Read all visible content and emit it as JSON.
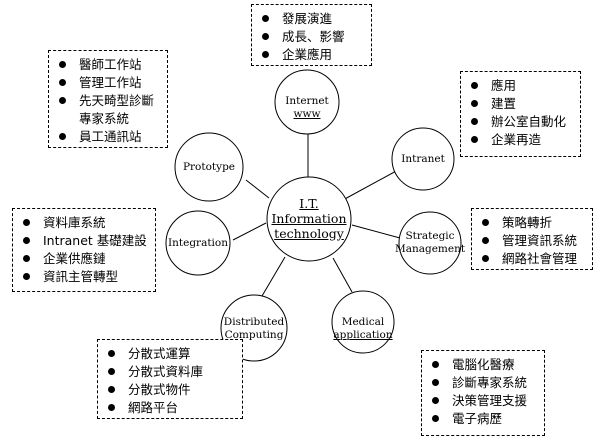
{
  "center": {
    "line1": "I.T.",
    "line2": "Information",
    "line3": "technology"
  },
  "nodes": {
    "internet": {
      "line1": "Internet",
      "line2": "www"
    },
    "intranet": {
      "line1": "Intranet"
    },
    "strategic": {
      "line1": "Strategic",
      "line2": "Management"
    },
    "medical": {
      "line1": "Medical",
      "line2": "application"
    },
    "distributed": {
      "line1": "Distributed",
      "line2": "Computing"
    },
    "integration": {
      "line1": "Integration"
    },
    "prototype": {
      "line1": "Prototype"
    }
  },
  "boxes": {
    "internet": [
      "發展演進",
      "成長、影響",
      "企業應用"
    ],
    "prototype": [
      "醫師工作站",
      "管理工作站",
      "先天畸型診斷",
      "專家系統",
      "員工通訊站"
    ],
    "intranet": [
      "應用",
      "建置",
      "辦公室自動化",
      "企業再造"
    ],
    "integration": [
      "資料庫系統",
      "Intranet 基礎建設",
      "企業供應鏈",
      "資訊主管轉型"
    ],
    "strategic": [
      "策略轉折",
      "管理資訊系統",
      "網路社會管理"
    ],
    "distributed": [
      "分散式運算",
      "分散式資料庫",
      "分散式物件",
      "網路平台"
    ],
    "medical": [
      "電腦化醫療",
      "診斷專家系統",
      "決策管理支援",
      "電子病歷"
    ]
  }
}
